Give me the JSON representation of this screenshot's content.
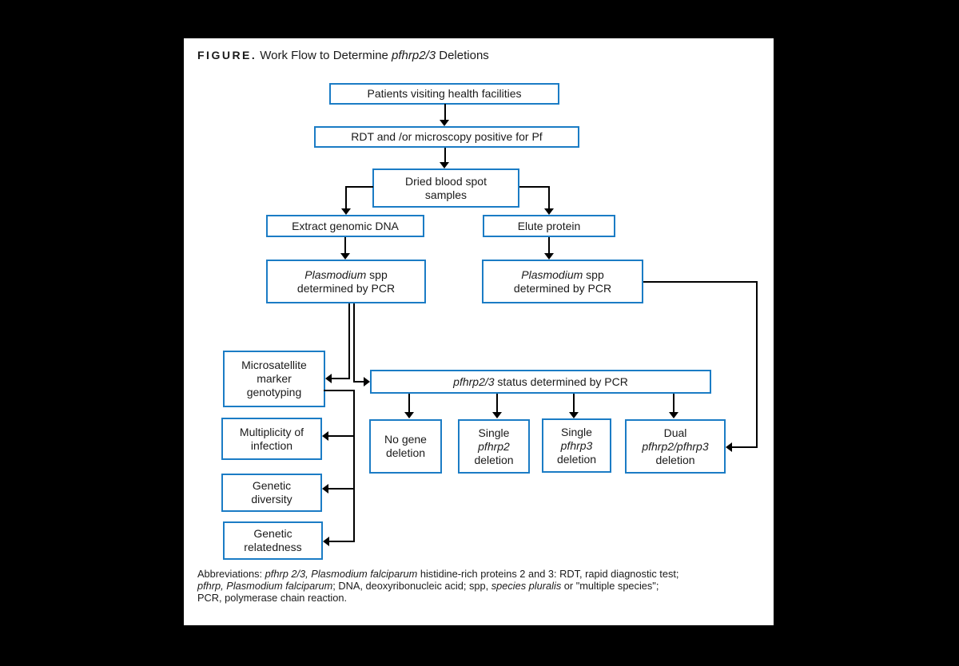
{
  "figure": {
    "title": {
      "tag": "FIGURE.",
      "pre": "Work Flow to Determine ",
      "italic": "pfhrp2/3",
      "post": " Deletions"
    }
  },
  "boxes": {
    "patients": {
      "text": "Patients visiting health facilities"
    },
    "rdt_microscopy": {
      "text": "RDT and /or microscopy positive for Pf"
    },
    "dried_blood": {
      "line1": "Dried blood spot",
      "line2": "samples"
    },
    "extract_dna": {
      "text": "Extract genomic DNA"
    },
    "elute_protein": {
      "text": "Elute protein"
    },
    "pcr_left": {
      "italic": "Plasmodium",
      "rest": " spp",
      "line2": "determined by PCR"
    },
    "pcr_right": {
      "italic": "Plasmodium",
      "rest": " spp",
      "line2": "determined by PCR"
    },
    "microsatellite": {
      "line1": "Microsatellite",
      "line2": "marker",
      "line3": "genotyping"
    },
    "status": {
      "italic": "pfhrp2/3",
      "rest": " status determined by PCR"
    },
    "no_gene": {
      "line1": "No gene",
      "line2": "deletion"
    },
    "single_pfhrp2": {
      "line1": "Single",
      "italic": "pfhrp2",
      "line3": "deletion"
    },
    "single_pfhrp3": {
      "line1": "Single",
      "italic": "pfhrp3",
      "line3": "deletion"
    },
    "dual": {
      "line1": "Dual",
      "italic": "pfhrp2/pfhrp3",
      "line3": "deletion"
    },
    "multiplicity": {
      "line1": "Multiplicity of",
      "line2": "infection"
    },
    "genetic_diversity": {
      "line1": "Genetic",
      "line2": "diversity"
    },
    "genetic_relatedness": {
      "line1": "Genetic",
      "line2": "relatedness"
    }
  },
  "abbreviations": {
    "line1": [
      {
        "t": "Abbreviations: ",
        "i": false
      },
      {
        "t": "pfhrp 2/3, Plasmodium falciparum",
        "i": true
      },
      {
        "t": " histidine-rich proteins 2 and 3: RDT, rapid diagnostic test;",
        "i": false
      }
    ],
    "line2": [
      {
        "t": "pfhrp, Plasmodium falciparum",
        "i": true
      },
      {
        "t": "; DNA, deoxyribonucleic acid; spp, ",
        "i": false
      },
      {
        "t": "species pluralis",
        "i": true
      },
      {
        "t": " or \"multiple species\";",
        "i": false
      }
    ],
    "line3": [
      {
        "t": "PCR, polymerase chain reaction.",
        "i": false
      }
    ]
  },
  "colors": {
    "page_bg": "#000000",
    "card_bg": "#ffffff",
    "box_border": "#1b7cc5",
    "connector": "#000000",
    "text": "#1a1a1a"
  }
}
